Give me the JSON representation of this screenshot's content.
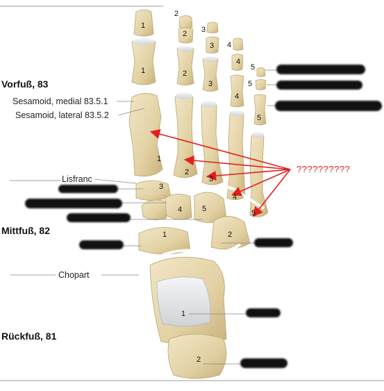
{
  "sections": {
    "forefoot": "Vorfuß, 83",
    "midfoot": "Mittfuß, 82",
    "hindfoot": "Rückfuß, 81"
  },
  "labels": {
    "sesamoid_medial": "Sesamoid, medial 83.5.1",
    "sesamoid_lateral": "Sesamoid, lateral 83.5.2",
    "lisfranc": "Lisfranc",
    "chopart": "Chopart",
    "question": "??????????"
  },
  "bone_numbers": {
    "hallux_distal": "1",
    "hallux_proximal": "1",
    "metatarsal_1": "1",
    "metatarsal_2": "2",
    "metatarsal_3": "3",
    "metatarsal_4": "4",
    "metatarsal_5": "5",
    "phalanx_2_distal": "2",
    "phalanx_2_middle": "2",
    "phalanx_2_proximal": "2",
    "phalanx_3_distal": "3",
    "phalanx_3_middle": "3",
    "phalanx_3_proximal": "3",
    "phalanx_4_distal": "4",
    "phalanx_4_middle": "4",
    "phalanx_4_proximal": "4",
    "phalanx_5_distal": "5",
    "phalanx_5_middle": "5",
    "phalanx_5_proximal": "5",
    "cuneiform_3": "3",
    "cuneiform_4": "4",
    "cuboid_5": "5",
    "navicular": "1",
    "cuboid_2": "2",
    "talus": "1",
    "calcaneus": "2",
    "small_tail_4": "4",
    "small_tail_2": "2"
  },
  "colors": {
    "bone": "#e6d7b0",
    "bone_shadow": "#c9b78a",
    "cartilage": "#e9ecef",
    "arrow": "#e02020",
    "line": "#888888",
    "redaction": "#111111"
  }
}
